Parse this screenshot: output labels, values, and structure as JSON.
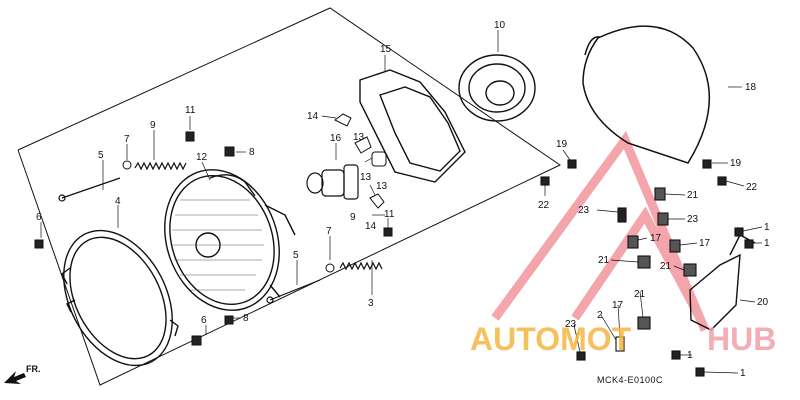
{
  "diagram": {
    "code": "MCK4-E0100C",
    "direction_label": "FR.",
    "watermark": {
      "part1": "AUTOMOT",
      "part2": "HUB",
      "color1": "#f5b642",
      "color2": "#f3a0a6"
    },
    "callouts": [
      {
        "id": "c10",
        "text": "10"
      },
      {
        "id": "c15",
        "text": "15"
      },
      {
        "id": "c18",
        "text": "18"
      },
      {
        "id": "c11a",
        "text": "11"
      },
      {
        "id": "c12",
        "text": "12"
      },
      {
        "id": "c9a",
        "text": "9"
      },
      {
        "id": "c7a",
        "text": "7"
      },
      {
        "id": "c8a",
        "text": "8"
      },
      {
        "id": "c5a",
        "text": "5"
      },
      {
        "id": "c4",
        "text": "4"
      },
      {
        "id": "c6a",
        "text": "6"
      },
      {
        "id": "c14a",
        "text": "14"
      },
      {
        "id": "c16",
        "text": "16"
      },
      {
        "id": "c13a",
        "text": "13"
      },
      {
        "id": "c13b",
        "text": "13"
      },
      {
        "id": "c13c",
        "text": "13"
      },
      {
        "id": "c9b",
        "text": "9"
      },
      {
        "id": "c14b",
        "text": "14"
      },
      {
        "id": "c11b",
        "text": "11"
      },
      {
        "id": "c7b",
        "text": "7"
      },
      {
        "id": "c5b",
        "text": "5"
      },
      {
        "id": "c3",
        "text": "3"
      },
      {
        "id": "c6b",
        "text": "6"
      },
      {
        "id": "c8b",
        "text": "8"
      },
      {
        "id": "c19a",
        "text": "19"
      },
      {
        "id": "c19b",
        "text": "19"
      },
      {
        "id": "c22a",
        "text": "22"
      },
      {
        "id": "c22b",
        "text": "22"
      },
      {
        "id": "c21a",
        "text": "21"
      },
      {
        "id": "c23a",
        "text": "23"
      },
      {
        "id": "c23b",
        "text": "23"
      },
      {
        "id": "c1a",
        "text": "1"
      },
      {
        "id": "c1b",
        "text": "1"
      },
      {
        "id": "c17a",
        "text": "17"
      },
      {
        "id": "c17b",
        "text": "17"
      },
      {
        "id": "c21b",
        "text": "21"
      },
      {
        "id": "c21c",
        "text": "21"
      },
      {
        "id": "c21d",
        "text": "21"
      },
      {
        "id": "c20",
        "text": "20"
      },
      {
        "id": "c2",
        "text": "2"
      },
      {
        "id": "c17c",
        "text": "17"
      },
      {
        "id": "c23c",
        "text": "23"
      },
      {
        "id": "c1c",
        "text": "1"
      },
      {
        "id": "c1d",
        "text": "1"
      }
    ]
  }
}
